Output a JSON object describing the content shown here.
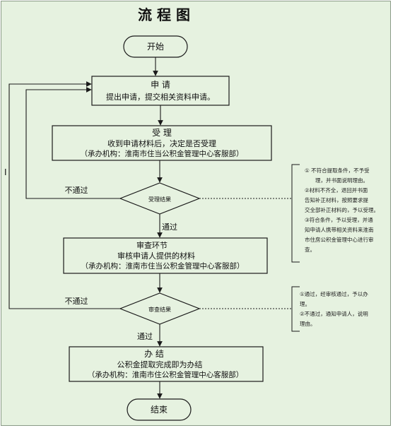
{
  "title": "流  程  图",
  "start": "开始",
  "end": "结束",
  "steps": {
    "apply": {
      "heading": "申  请",
      "desc": "提出申请，提交相关资料申请。"
    },
    "accept": {
      "heading": "受  理",
      "desc": "收到申请材料后，决定是否受理",
      "org": "（承办机构：淮南市住当公积金管理中心客服部）"
    },
    "review": {
      "heading": "审查环节",
      "desc": "审核申请人提供的材料",
      "org": "（承办机构：淮南市住当公积金管理中心客服部）"
    },
    "finish": {
      "heading": "办  结",
      "desc": "公积金提取完成即为办结",
      "org": "（承办机构：淮南市住公积金管理中心客服部）"
    }
  },
  "decisions": {
    "accept_result": "受理结果",
    "review_result": "审查结果"
  },
  "edge_labels": {
    "fail1": "不通过",
    "pass1": "通过",
    "fail2": "不通过",
    "pass2": "通过"
  },
  "notes": {
    "accept": [
      "①  不符合提取条件，不予受",
      "理，并书面说明理由。",
      "②材料不齐全，退回并书面",
      "告知补正材料，按照要求提",
      "交全部补正材料的，予以受理。",
      "③符合条件，予以受理，并通",
      "知申请人携带相关资料来淮南",
      "市住房公积金管理中心进行审",
      "查。"
    ],
    "review": [
      "①通过，经审核通过，予以办",
      "理。",
      "②不通过，通知申请人，说明",
      "理由。"
    ]
  },
  "margin_mark": "I",
  "colors": {
    "background": "#e6f2e0",
    "stroke": "#1a1a1a",
    "text": "#111111"
  }
}
